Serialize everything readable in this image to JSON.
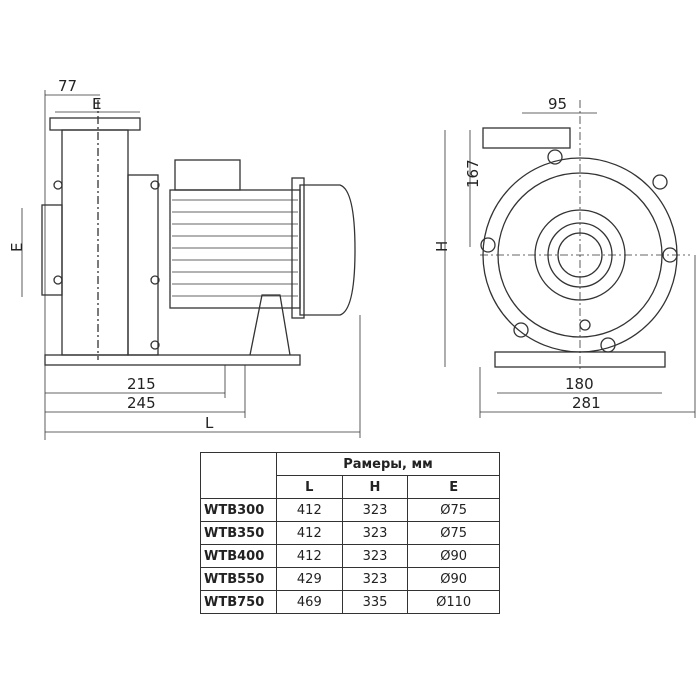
{
  "drawing": {
    "side_view": {
      "dim_top": "77",
      "dim_flange": "E",
      "dim_inlet": "E",
      "dim_base_inner": "215",
      "dim_base_outer": "245",
      "dim_length": "L"
    },
    "front_view": {
      "dim_top": "95",
      "dim_outlet_height": "167",
      "dim_height": "H",
      "dim_base_inner": "180",
      "dim_base_outer": "281"
    }
  },
  "table": {
    "title": "Рамеры, мм",
    "columns": [
      "L",
      "H",
      "E"
    ],
    "rows": [
      {
        "model": "WTB300",
        "L": "412",
        "H": "323",
        "E": "Ø75"
      },
      {
        "model": "WTB350",
        "L": "412",
        "H": "323",
        "E": "Ø75"
      },
      {
        "model": "WTB400",
        "L": "412",
        "H": "323",
        "E": "Ø90"
      },
      {
        "model": "WTB550",
        "L": "429",
        "H": "323",
        "E": "Ø90"
      },
      {
        "model": "WTB750",
        "L": "469",
        "H": "335",
        "E": "Ø110"
      }
    ]
  }
}
